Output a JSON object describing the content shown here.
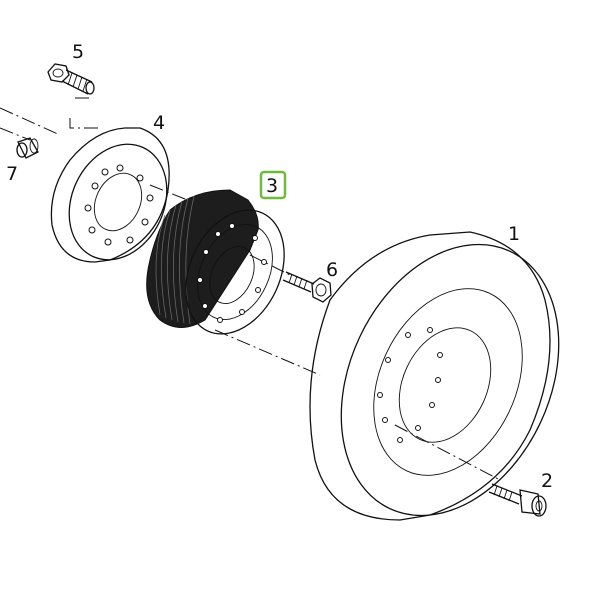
{
  "callouts": {
    "part_1": "1",
    "part_2": "2",
    "part_3": "3",
    "part_4": "4",
    "part_5": "5",
    "part_6": "6",
    "part_7": "7"
  },
  "colors": {
    "line": "#111111",
    "highlight": "#6dbb3c",
    "background": "#ffffff"
  },
  "highlighted_callout": "3"
}
